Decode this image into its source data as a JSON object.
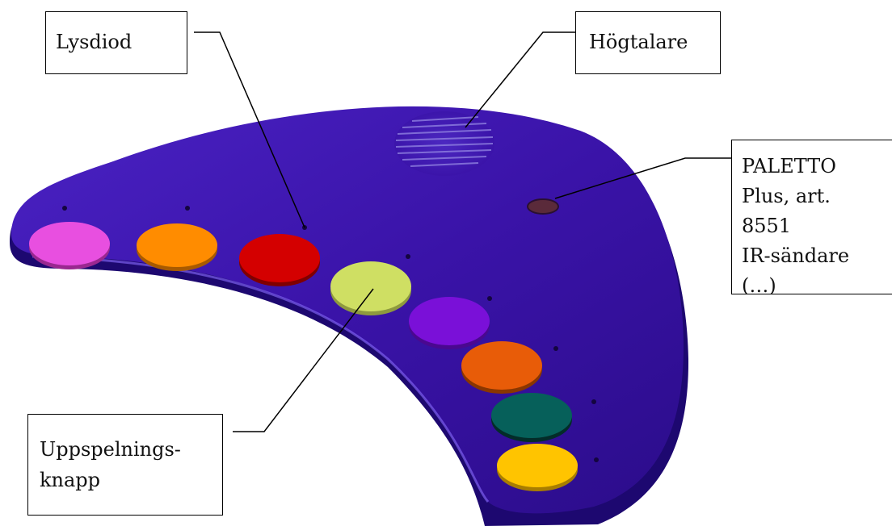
{
  "labels": {
    "lysdiod": "Lysdiod",
    "hogtalare": "Högtalare",
    "paletto": {
      "lines": [
        "PALETTO",
        "Plus, art.",
        "8551",
        "IR-sändare",
        "(…)"
      ]
    },
    "uppspelningsknapp": {
      "lines": [
        "Uppspelnings-",
        "knapp"
      ]
    }
  },
  "colors": {
    "device_body": "#3a13a8",
    "device_edge": "#1d0870",
    "button_pink": "#e84fe0",
    "button_orange": "#ff8c00",
    "button_red": "#d40000",
    "button_lime": "#cfdf63",
    "button_purple": "#7a10d8",
    "button_darkorange": "#e85c08",
    "button_teal": "#06605a",
    "button_yellow": "#ffc400",
    "ir_sender": "#5a2a3a",
    "leader_line": "#000000"
  }
}
